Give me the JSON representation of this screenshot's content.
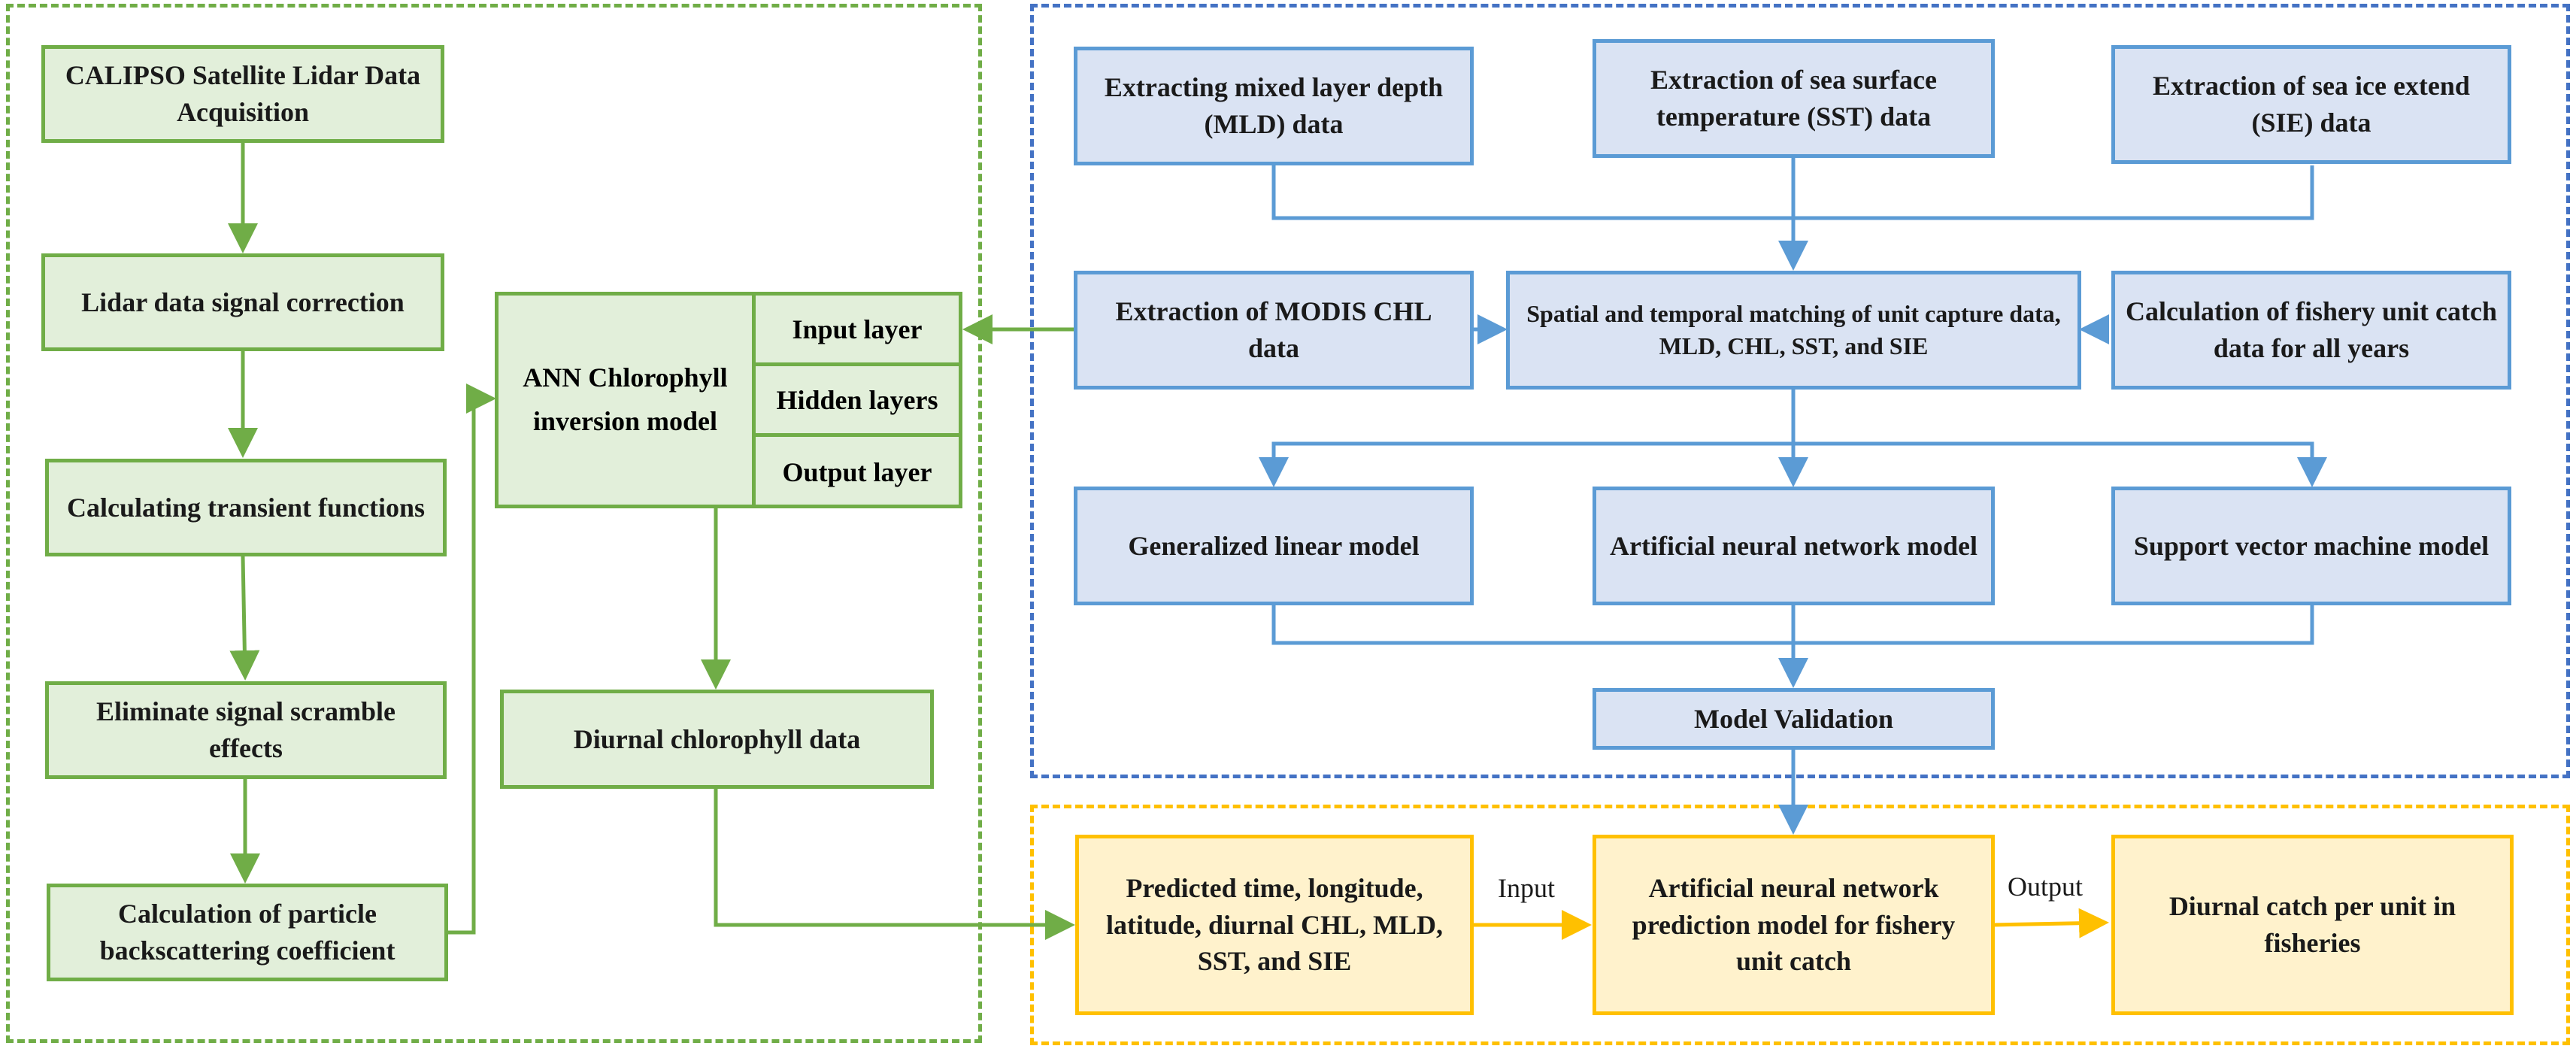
{
  "boxes": {
    "calipso": "CALIPSO Satellite Lidar Data Acquisition",
    "signal_correction": "Lidar data signal correction",
    "transient_functions": "Calculating transient functions",
    "scramble": "Eliminate signal scramble effects",
    "backscattering": "Calculation of particle backscattering coefficient",
    "diurnal_chl": "Diurnal chlorophyll data",
    "mld": "Extracting mixed layer depth (MLD) data",
    "sst": "Extraction of sea surface temperature (SST) data",
    "sie": "Extraction of sea ice extend (SIE) data",
    "modis": "Extraction of MODIS CHL data",
    "matching": "Spatial and temporal matching of unit capture data, MLD, CHL, SST, and SIE",
    "fishery_catch": "Calculation of fishery unit catch data for all years",
    "glm": "Generalized linear model",
    "ann_model": "Artificial neural network model",
    "svm": "Support vector machine model",
    "validation": "Model Validation",
    "predicted_inputs": "Predicted time, longitude, latitude, diurnal CHL, MLD, SST, and SIE",
    "ann_prediction": "Artificial neural network prediction model for fishery unit catch",
    "diurnal_catch": "Diurnal catch per unit in fisheries"
  },
  "ann_inversion": {
    "title": "ANN Chlorophyll inversion model",
    "input_layer": "Input layer",
    "hidden_layers": "Hidden layers",
    "output_layer": "Output layer"
  },
  "labels": {
    "input": "Input",
    "output": "Output"
  },
  "colors": {
    "green": "#70ad47",
    "blue": "#5b9bd5",
    "dark_blue": "#4472c4",
    "yellow": "#ffc000"
  }
}
